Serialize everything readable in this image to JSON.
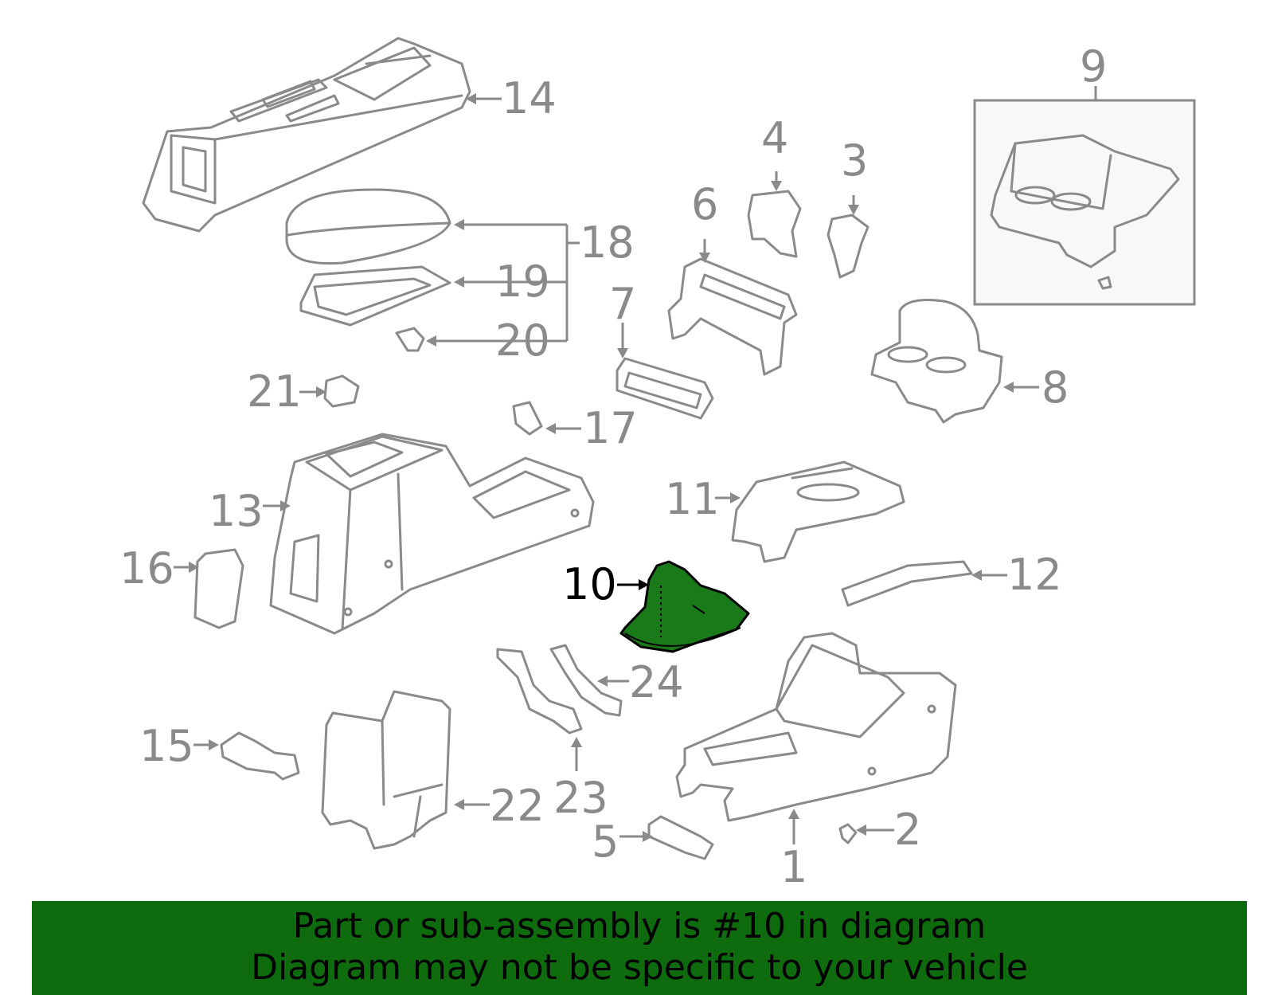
{
  "callouts": {
    "c1": "1",
    "c2": "2",
    "c3": "3",
    "c4": "4",
    "c5": "5",
    "c6": "6",
    "c7": "7",
    "c8": "8",
    "c9": "9",
    "c10": "10",
    "c11": "11",
    "c12": "12",
    "c13": "13",
    "c14": "14",
    "c15": "15",
    "c16": "16",
    "c17": "17",
    "c18": "18",
    "c19": "19",
    "c20": "20",
    "c21": "21",
    "c22": "22",
    "c23": "23",
    "c24": "24"
  },
  "highlight": {
    "part_number": "10",
    "color": "#1a7a1a"
  },
  "banner": {
    "line1": "Part or sub-assembly is #10 in diagram",
    "line2": "Diagram may not be specific to your vehicle",
    "background": "#0e6b0e"
  }
}
